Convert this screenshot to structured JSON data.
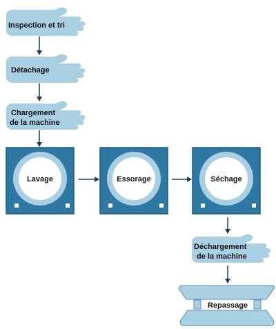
{
  "colors": {
    "hand_fill": "#a9cfe3",
    "machine_body": "#2e78a3",
    "machine_border": "#1d5b80",
    "drum_ring": "#a9cfe3",
    "drum_face": "#ffffff",
    "press_fill": "#a9cfe3",
    "press_stroke": "#5b8fb0",
    "arrow": "#1f3a5a",
    "text": "#111111"
  },
  "steps": {
    "inspection": {
      "label": "Inspection et tri",
      "icon": "hand-icon"
    },
    "detachage": {
      "label": "Détachage",
      "icon": "hand-icon"
    },
    "chargement": {
      "line1": "Chargement",
      "line2": "de la machine",
      "icon": "hand-icon"
    },
    "lavage": {
      "label": "Lavage",
      "icon": "washing-machine-icon"
    },
    "essorage": {
      "label": "Essorage",
      "icon": "washing-machine-icon"
    },
    "sechage": {
      "label": "Séchage",
      "icon": "washing-machine-icon"
    },
    "dechargement": {
      "line1": "Déchargement",
      "line2": "de la machine",
      "icon": "hand-icon"
    },
    "repassage": {
      "label": "Repassage",
      "icon": "ironing-press-icon"
    }
  }
}
